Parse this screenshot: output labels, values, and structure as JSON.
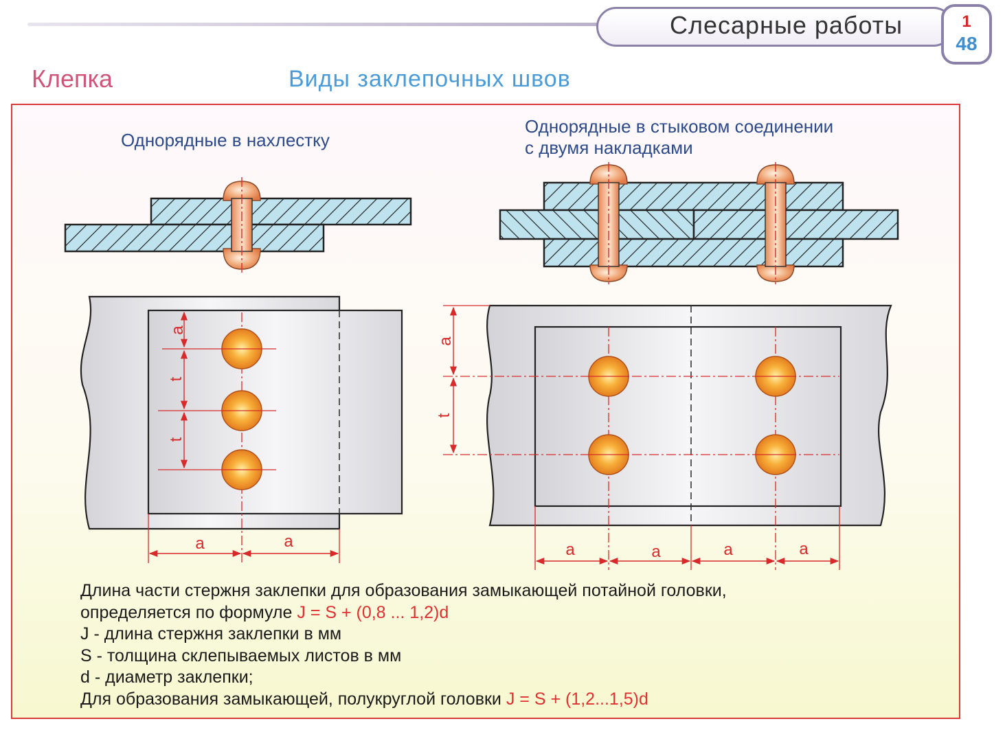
{
  "header": {
    "title": "Слесарные работы",
    "section_number": "1",
    "page_number": "48"
  },
  "section_title": "Клепка",
  "page_subtitle": "Виды заклепочных швов",
  "diagrams": {
    "lap": {
      "caption": "Однорядные в нахлестку",
      "dim_a": "a",
      "dim_t": "t"
    },
    "butt": {
      "caption_line1": "Однорядные в стыковом соединении",
      "caption_line2": "с двумя накладками",
      "dim_a": "a",
      "dim_t": "t"
    }
  },
  "formula": {
    "line1": "Длина части стержня заклепки для образования замыкающей потайной головки,",
    "line2_text": "определяется по формуле",
    "line2_formula": "J = S + (0,8 ... 1,2)d",
    "line3": "J - длина стержня заклепки в мм",
    "line4": "S -  толщина склепываемых листов в мм",
    "line5": "d - диаметр заклепки;",
    "line6_text": "Для образования замыкающей, полукруглой головки",
    "line6_formula": "J = S + (1,2...1,5)d"
  },
  "colors": {
    "accent_red": "#e03030",
    "title_pink": "#d0557a",
    "subtitle_blue": "#4b9bd8",
    "caption_blue": "#2c4a8a",
    "plate_fill": "#bfe3ee",
    "rivet_orange": "#f39a2e"
  }
}
